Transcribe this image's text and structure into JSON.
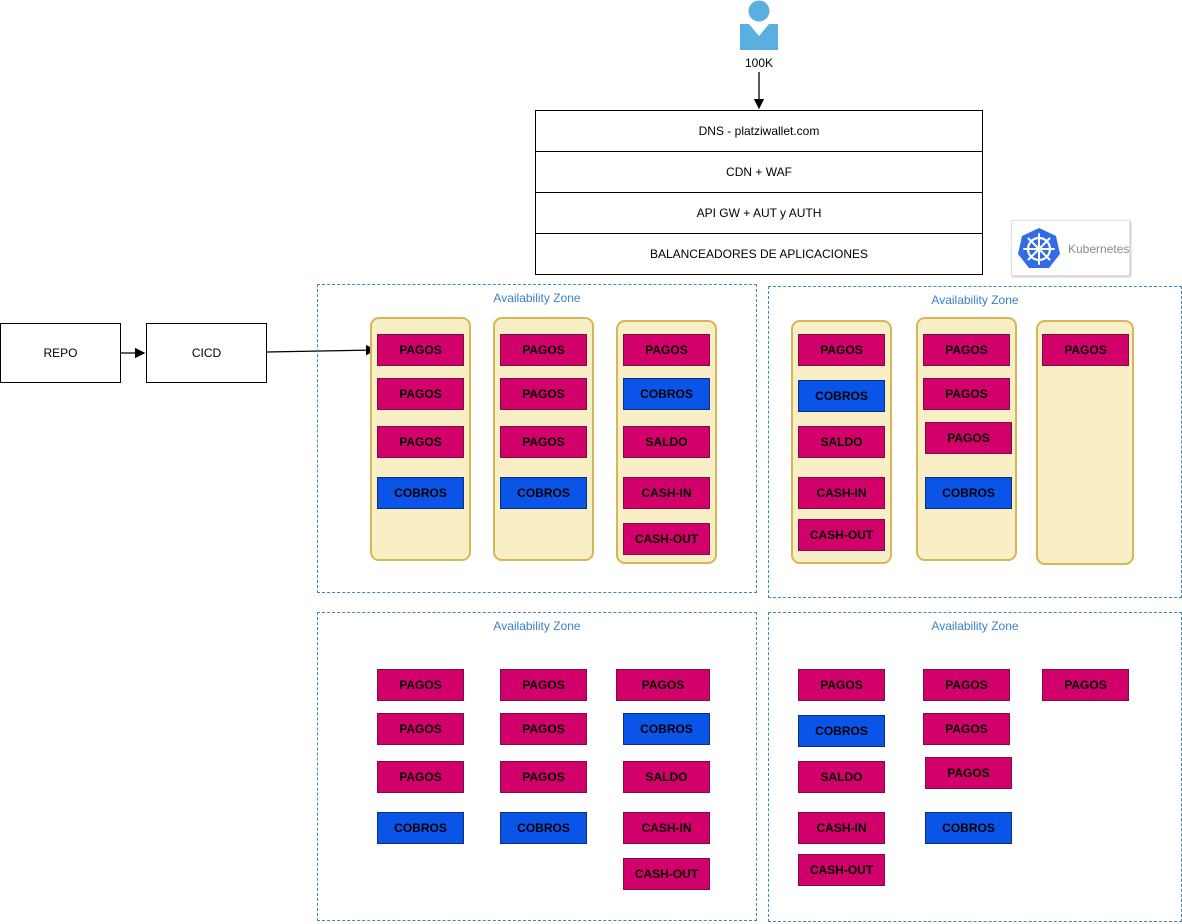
{
  "user": {
    "label": "100K",
    "icon": "user-icon"
  },
  "edge_stack": [
    "DNS - platziwallet.com",
    "CDN + WAF",
    "API GW + AUT y AUTH",
    "BALANCEADORES DE APLICACIONES"
  ],
  "kubernetes": {
    "label": "Kubernetes",
    "icon": "kubernetes-helm-icon"
  },
  "pipeline": {
    "repo": "REPO",
    "cicd": "CICD"
  },
  "zones": [
    {
      "title": "Availability Zone",
      "nodes": [
        {
          "services": [
            "PAGOS",
            "PAGOS",
            "PAGOS",
            "COBROS"
          ]
        },
        {
          "services": [
            "PAGOS",
            "PAGOS",
            "PAGOS",
            "COBROS"
          ]
        },
        {
          "services": [
            "PAGOS",
            "COBROS",
            "SALDO",
            "CASH-IN",
            "CASH-OUT"
          ]
        }
      ]
    },
    {
      "title": "Availability Zone",
      "nodes": [
        {
          "services": [
            "PAGOS",
            "COBROS",
            "SALDO",
            "CASH-IN",
            "CASH-OUT"
          ]
        },
        {
          "services": [
            "PAGOS",
            "PAGOS",
            "PAGOS",
            "COBROS"
          ]
        },
        {
          "services": [
            "PAGOS"
          ]
        }
      ]
    },
    {
      "title": "Availability Zone",
      "nodes": [
        {
          "services": [
            "PAGOS",
            "PAGOS",
            "PAGOS",
            "COBROS"
          ]
        },
        {
          "services": [
            "PAGOS",
            "PAGOS",
            "PAGOS",
            "COBROS"
          ]
        },
        {
          "services": [
            "PAGOS",
            "COBROS",
            "SALDO",
            "CASH-IN",
            "CASH-OUT"
          ]
        }
      ]
    },
    {
      "title": "Availability Zone",
      "nodes": [
        {
          "services": [
            "PAGOS",
            "COBROS",
            "SALDO",
            "CASH-IN",
            "CASH-OUT"
          ]
        },
        {
          "services": [
            "PAGOS",
            "PAGOS",
            "PAGOS",
            "COBROS"
          ]
        },
        {
          "services": [
            "PAGOS"
          ]
        }
      ]
    }
  ],
  "colors": {
    "pagos_fill": "#d1006a",
    "cobros_fill": "#0a55e8",
    "node_fill": "#f9efc7",
    "node_border": "#d6b656",
    "zone_border": "#3f88b8",
    "zone_title": "#3a82c4"
  }
}
